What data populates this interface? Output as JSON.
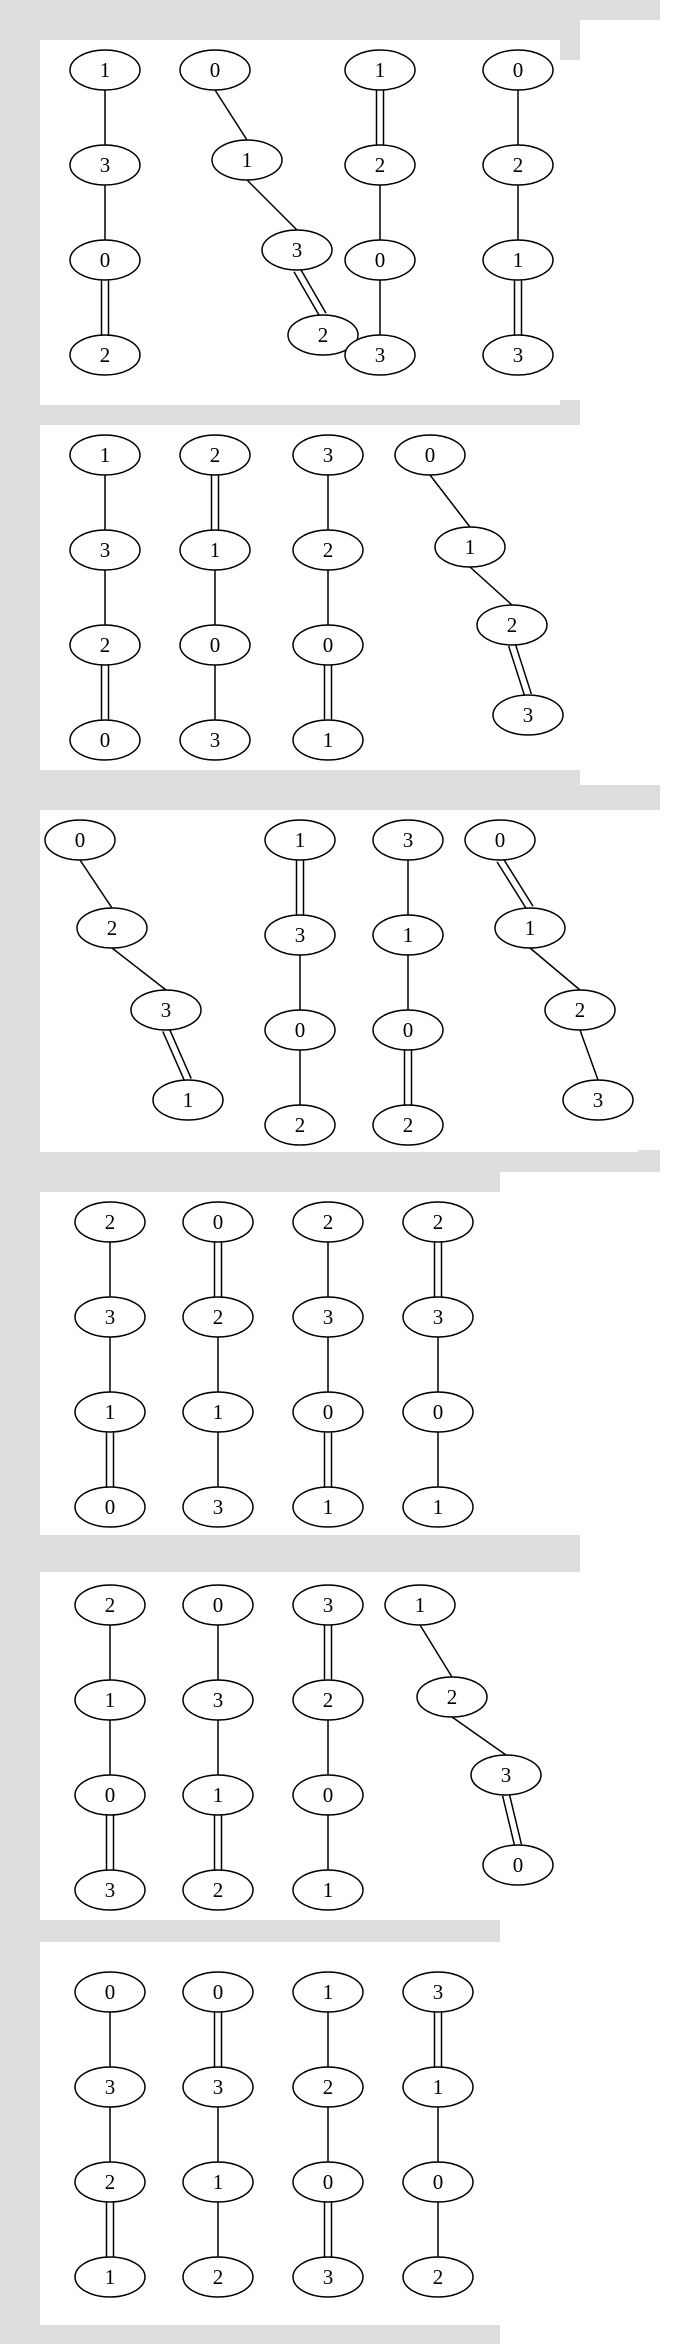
{
  "colors": {
    "outer_background": "#dddddd",
    "cluster_background": "#ffffff",
    "stroke": "#000000"
  },
  "chart_data": {
    "type": "diagram",
    "description_kind": "grid of small chain graphs (4 nodes each), grouped in six panels",
    "panels": [
      {
        "graphs": [
          {
            "nodes": [
              "1",
              "3",
              "0",
              "2"
            ],
            "edges": [
              {
                "from": 0,
                "to": 1,
                "multiplicity": 1
              },
              {
                "from": 1,
                "to": 2,
                "multiplicity": 1
              },
              {
                "from": 2,
                "to": 3,
                "multiplicity": 2
              }
            ]
          },
          {
            "nodes": [
              "0",
              "1",
              "3",
              "2"
            ],
            "edges": [
              {
                "from": 0,
                "to": 1,
                "multiplicity": 1
              },
              {
                "from": 1,
                "to": 2,
                "multiplicity": 1
              },
              {
                "from": 2,
                "to": 3,
                "multiplicity": 2
              }
            ]
          },
          {
            "nodes": [
              "1",
              "2",
              "0",
              "3"
            ],
            "edges": [
              {
                "from": 0,
                "to": 1,
                "multiplicity": 2
              },
              {
                "from": 1,
                "to": 2,
                "multiplicity": 1
              },
              {
                "from": 2,
                "to": 3,
                "multiplicity": 1
              }
            ]
          },
          {
            "nodes": [
              "0",
              "2",
              "1",
              "3"
            ],
            "edges": [
              {
                "from": 0,
                "to": 1,
                "multiplicity": 1
              },
              {
                "from": 1,
                "to": 2,
                "multiplicity": 1
              },
              {
                "from": 2,
                "to": 3,
                "multiplicity": 2
              }
            ]
          }
        ]
      },
      {
        "graphs": [
          {
            "nodes": [
              "1",
              "3",
              "2",
              "0"
            ],
            "edges": [
              {
                "from": 0,
                "to": 1,
                "multiplicity": 1
              },
              {
                "from": 1,
                "to": 2,
                "multiplicity": 1
              },
              {
                "from": 2,
                "to": 3,
                "multiplicity": 2
              }
            ]
          },
          {
            "nodes": [
              "2",
              "1",
              "0",
              "3"
            ],
            "edges": [
              {
                "from": 0,
                "to": 1,
                "multiplicity": 2
              },
              {
                "from": 1,
                "to": 2,
                "multiplicity": 1
              },
              {
                "from": 2,
                "to": 3,
                "multiplicity": 1
              }
            ]
          },
          {
            "nodes": [
              "3",
              "2",
              "0",
              "1"
            ],
            "edges": [
              {
                "from": 0,
                "to": 1,
                "multiplicity": 1
              },
              {
                "from": 1,
                "to": 2,
                "multiplicity": 1
              },
              {
                "from": 2,
                "to": 3,
                "multiplicity": 2
              }
            ]
          },
          {
            "nodes": [
              "0",
              "1",
              "2",
              "3"
            ],
            "edges": [
              {
                "from": 0,
                "to": 1,
                "multiplicity": 1
              },
              {
                "from": 1,
                "to": 2,
                "multiplicity": 1
              },
              {
                "from": 2,
                "to": 3,
                "multiplicity": 2
              }
            ]
          }
        ]
      },
      {
        "graphs": [
          {
            "nodes": [
              "0",
              "2",
              "3",
              "1"
            ],
            "edges": [
              {
                "from": 0,
                "to": 1,
                "multiplicity": 1
              },
              {
                "from": 1,
                "to": 2,
                "multiplicity": 1
              },
              {
                "from": 2,
                "to": 3,
                "multiplicity": 2
              }
            ]
          },
          {
            "nodes": [
              "1",
              "3",
              "0",
              "2"
            ],
            "edges": [
              {
                "from": 0,
                "to": 1,
                "multiplicity": 2
              },
              {
                "from": 1,
                "to": 2,
                "multiplicity": 1
              },
              {
                "from": 2,
                "to": 3,
                "multiplicity": 1
              }
            ]
          },
          {
            "nodes": [
              "3",
              "1",
              "0",
              "2"
            ],
            "edges": [
              {
                "from": 0,
                "to": 1,
                "multiplicity": 1
              },
              {
                "from": 1,
                "to": 2,
                "multiplicity": 1
              },
              {
                "from": 2,
                "to": 3,
                "multiplicity": 2
              }
            ]
          },
          {
            "nodes": [
              "0",
              "1",
              "2",
              "3"
            ],
            "edges": [
              {
                "from": 0,
                "to": 1,
                "multiplicity": 2
              },
              {
                "from": 1,
                "to": 2,
                "multiplicity": 1
              },
              {
                "from": 2,
                "to": 3,
                "multiplicity": 1
              }
            ]
          }
        ]
      },
      {
        "graphs": [
          {
            "nodes": [
              "2",
              "3",
              "1",
              "0"
            ],
            "edges": [
              {
                "from": 0,
                "to": 1,
                "multiplicity": 1
              },
              {
                "from": 1,
                "to": 2,
                "multiplicity": 1
              },
              {
                "from": 2,
                "to": 3,
                "multiplicity": 2
              }
            ]
          },
          {
            "nodes": [
              "0",
              "2",
              "1",
              "3"
            ],
            "edges": [
              {
                "from": 0,
                "to": 1,
                "multiplicity": 2
              },
              {
                "from": 1,
                "to": 2,
                "multiplicity": 1
              },
              {
                "from": 2,
                "to": 3,
                "multiplicity": 1
              }
            ]
          },
          {
            "nodes": [
              "2",
              "3",
              "0",
              "1"
            ],
            "edges": [
              {
                "from": 0,
                "to": 1,
                "multiplicity": 1
              },
              {
                "from": 1,
                "to": 2,
                "multiplicity": 1
              },
              {
                "from": 2,
                "to": 3,
                "multiplicity": 2
              }
            ]
          },
          {
            "nodes": [
              "2",
              "3",
              "0",
              "1"
            ],
            "edges": [
              {
                "from": 0,
                "to": 1,
                "multiplicity": 2
              },
              {
                "from": 1,
                "to": 2,
                "multiplicity": 1
              },
              {
                "from": 2,
                "to": 3,
                "multiplicity": 1
              }
            ]
          }
        ]
      },
      {
        "graphs": [
          {
            "nodes": [
              "2",
              "1",
              "0",
              "3"
            ],
            "edges": [
              {
                "from": 0,
                "to": 1,
                "multiplicity": 1
              },
              {
                "from": 1,
                "to": 2,
                "multiplicity": 1
              },
              {
                "from": 2,
                "to": 3,
                "multiplicity": 2
              }
            ]
          },
          {
            "nodes": [
              "0",
              "3",
              "1",
              "2"
            ],
            "edges": [
              {
                "from": 0,
                "to": 1,
                "multiplicity": 1
              },
              {
                "from": 1,
                "to": 2,
                "multiplicity": 1
              },
              {
                "from": 2,
                "to": 3,
                "multiplicity": 2
              }
            ]
          },
          {
            "nodes": [
              "3",
              "2",
              "0",
              "1"
            ],
            "edges": [
              {
                "from": 0,
                "to": 1,
                "multiplicity": 2
              },
              {
                "from": 1,
                "to": 2,
                "multiplicity": 1
              },
              {
                "from": 2,
                "to": 3,
                "multiplicity": 1
              }
            ]
          },
          {
            "nodes": [
              "1",
              "2",
              "3",
              "0"
            ],
            "edges": [
              {
                "from": 0,
                "to": 1,
                "multiplicity": 1
              },
              {
                "from": 1,
                "to": 2,
                "multiplicity": 1
              },
              {
                "from": 2,
                "to": 3,
                "multiplicity": 2
              }
            ]
          }
        ]
      },
      {
        "graphs": [
          {
            "nodes": [
              "0",
              "3",
              "2",
              "1"
            ],
            "edges": [
              {
                "from": 0,
                "to": 1,
                "multiplicity": 1
              },
              {
                "from": 1,
                "to": 2,
                "multiplicity": 1
              },
              {
                "from": 2,
                "to": 3,
                "multiplicity": 2
              }
            ]
          },
          {
            "nodes": [
              "0",
              "3",
              "1",
              "2"
            ],
            "edges": [
              {
                "from": 0,
                "to": 1,
                "multiplicity": 2
              },
              {
                "from": 1,
                "to": 2,
                "multiplicity": 1
              },
              {
                "from": 2,
                "to": 3,
                "multiplicity": 1
              }
            ]
          },
          {
            "nodes": [
              "1",
              "2",
              "0",
              "3"
            ],
            "edges": [
              {
                "from": 0,
                "to": 1,
                "multiplicity": 1
              },
              {
                "from": 1,
                "to": 2,
                "multiplicity": 1
              },
              {
                "from": 2,
                "to": 3,
                "multiplicity": 2
              }
            ]
          },
          {
            "nodes": [
              "3",
              "1",
              "0",
              "2"
            ],
            "edges": [
              {
                "from": 0,
                "to": 1,
                "multiplicity": 2
              },
              {
                "from": 1,
                "to": 2,
                "multiplicity": 1
              },
              {
                "from": 2,
                "to": 3,
                "multiplicity": 1
              }
            ]
          }
        ]
      }
    ]
  }
}
